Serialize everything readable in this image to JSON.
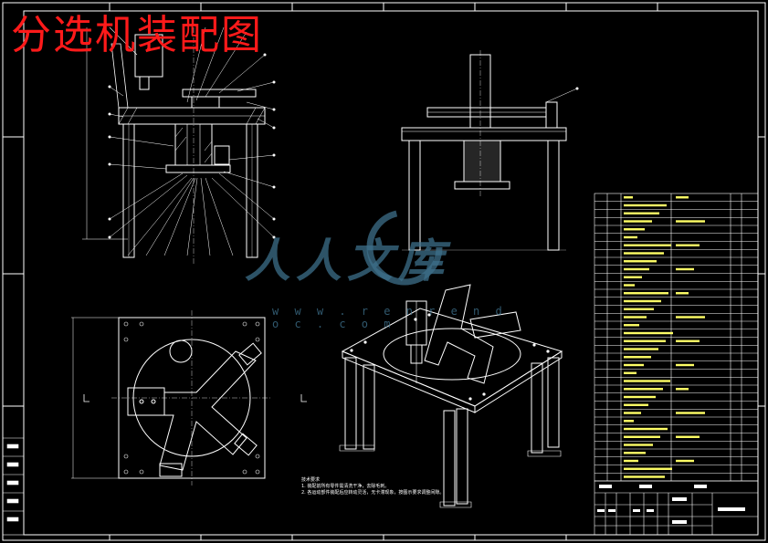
{
  "page_title": "分选机装配图",
  "watermark": {
    "text": "人人文库",
    "url": "w w w . r e n r e n d o c . c o m"
  },
  "colors": {
    "background": "#000000",
    "line": "#ffffff",
    "title": "#ff1a1a",
    "watermark": "#3d6f8a",
    "yellow": "#ffff66",
    "cyan": "#66ffff"
  },
  "notes": {
    "heading": "技术要求",
    "lines": [
      "1. 装配前所有零件需清洗干净，去除毛刺。",
      "2. 各运动部件装配后应转动灵活，无卡滞现象，按图示要求调整间隙。"
    ]
  }
}
